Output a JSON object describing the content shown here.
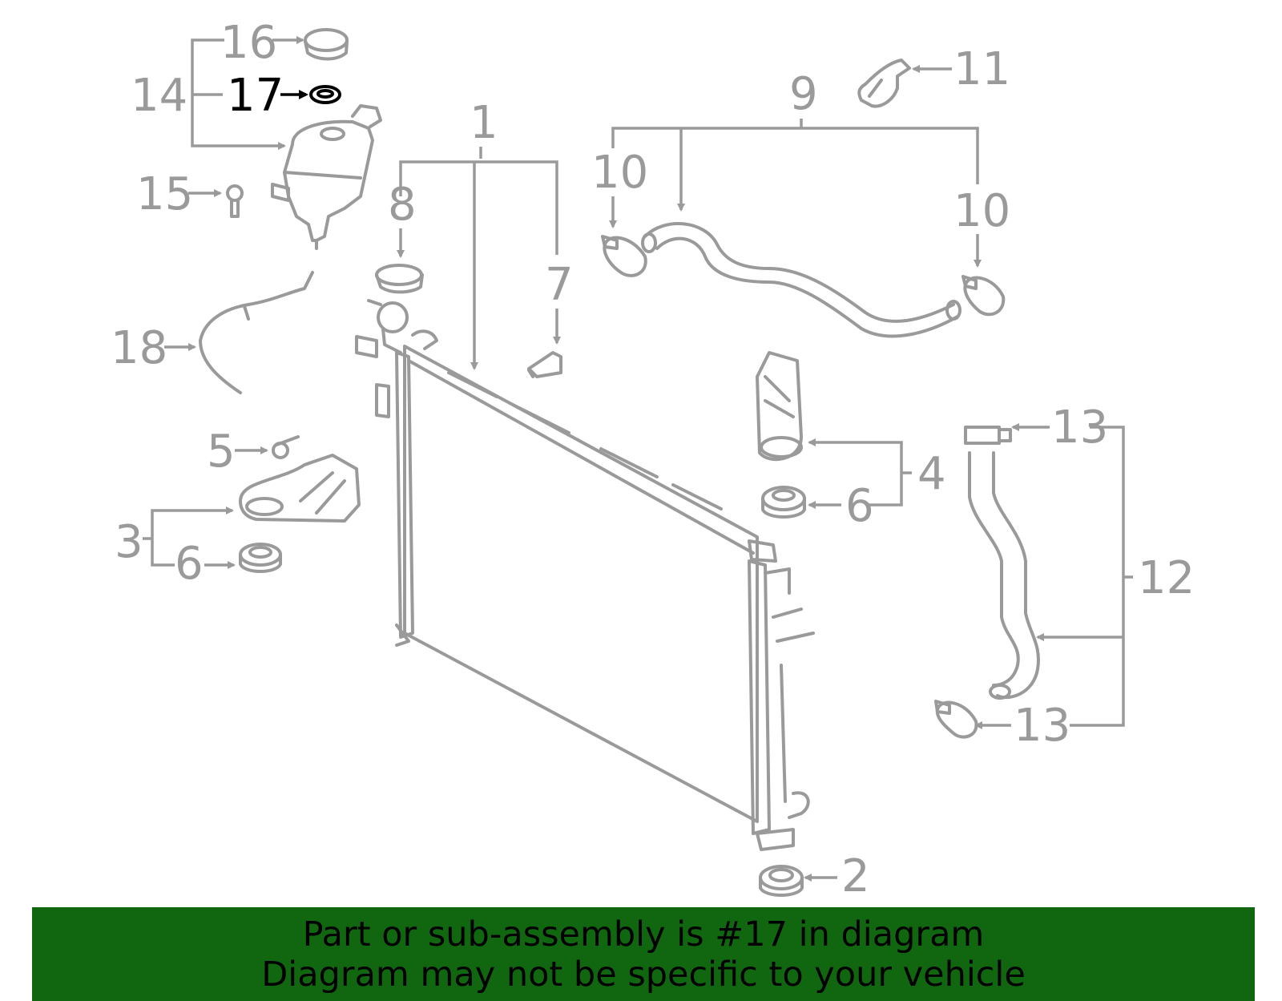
{
  "callouts": {
    "c1": "1",
    "c2": "2",
    "c3": "3",
    "c4": "4",
    "c5": "5",
    "c6a": "6",
    "c6b": "6",
    "c7": "7",
    "c8": "8",
    "c9": "9",
    "c10a": "10",
    "c10b": "10",
    "c11": "11",
    "c12": "12",
    "c13a": "13",
    "c13b": "13",
    "c14": "14",
    "c15": "15",
    "c16": "16",
    "c17": "17",
    "c18": "18"
  },
  "banner": {
    "line1": "Part or sub-assembly is #17 in diagram",
    "line2": "Diagram may not be specific to your vehicle"
  },
  "colors": {
    "line_gray": "#9a9a9a",
    "highlight": "#000000",
    "banner_bg": "#116610",
    "background": "#ffffff"
  }
}
